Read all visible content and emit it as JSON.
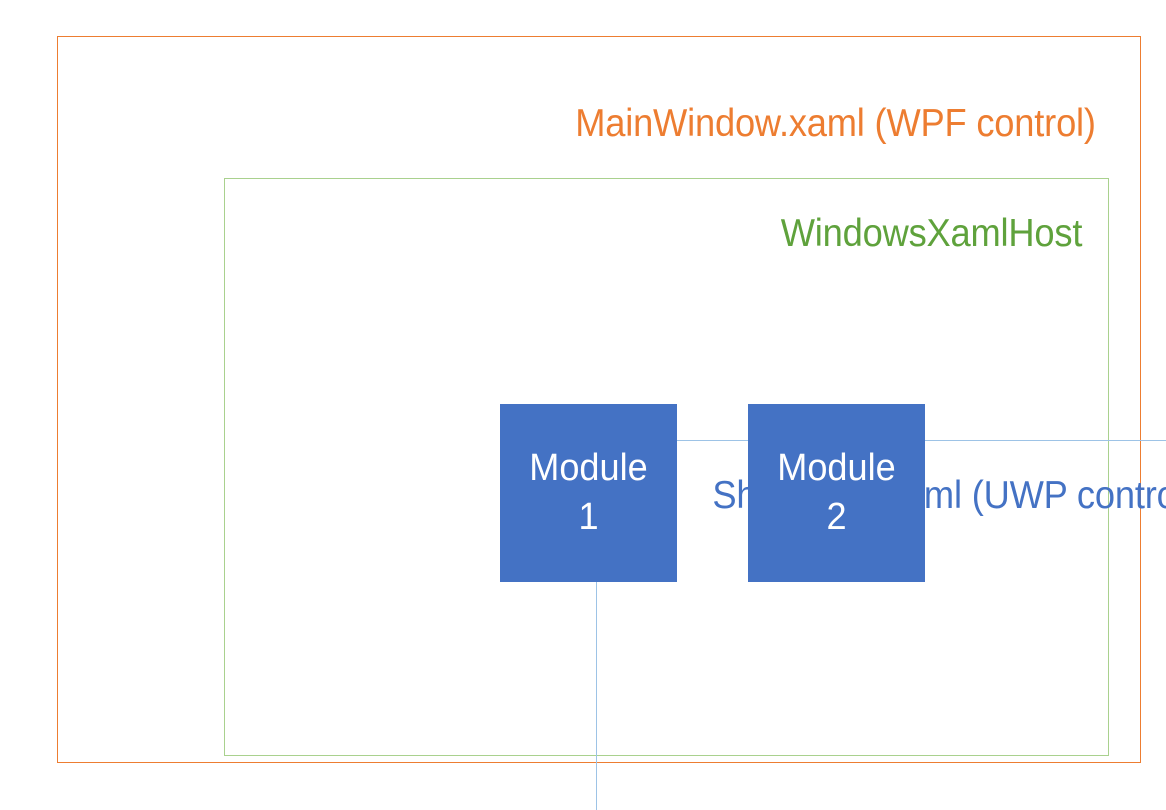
{
  "diagram": {
    "type": "nested-boxes",
    "background": "#ffffff",
    "layers": [
      {
        "id": "mainwindow",
        "label": "MainWindow.xaml (WPF control)",
        "border_color": "#ED7D31",
        "text_color": "#ED7D31",
        "level": 1
      },
      {
        "id": "windowsxamlhost",
        "label": "WindowsXamlHost",
        "border_color": "#A9D18E",
        "text_color": "#5FA23C",
        "level": 2
      },
      {
        "id": "shellpage",
        "label": "ShellPage.xaml (UWP control)",
        "border_color": "#9DC3E6",
        "text_color": "#4472C4",
        "level": 3
      }
    ],
    "modules": [
      {
        "id": "module-1",
        "line1": "Module",
        "line2": "1",
        "fill_color": "#4472C4",
        "text_color": "#FFFFFF"
      },
      {
        "id": "module-2",
        "line1": "Module",
        "line2": "2",
        "fill_color": "#4472C4",
        "text_color": "#FFFFFF"
      }
    ]
  }
}
